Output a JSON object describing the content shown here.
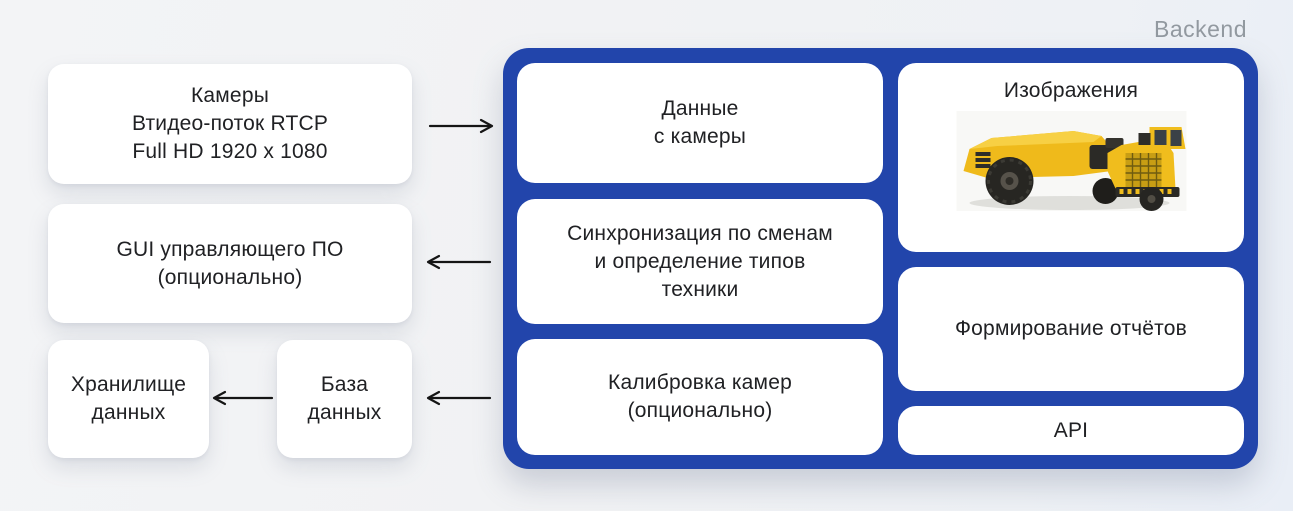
{
  "backend_label": "Backend",
  "nodes": {
    "cameras": {
      "lines": [
        "Камеры",
        "Втидео-поток RTCP",
        "Full HD 1920 x 1080"
      ]
    },
    "gui": {
      "lines": [
        "GUI управляющего ПО",
        "(опционально)"
      ]
    },
    "storage": {
      "lines": [
        "Хранилище",
        "данных"
      ]
    },
    "database": {
      "lines": [
        "База",
        "данных"
      ]
    },
    "camera_data": {
      "lines": [
        "Данные",
        "с камеры"
      ]
    },
    "sync": {
      "lines": [
        "Синхронизация по сменам",
        "и определение типов",
        "техники"
      ]
    },
    "calibration": {
      "lines": [
        "Калибровка камер",
        "(опционально)"
      ]
    },
    "images": {
      "title": "Изображения",
      "image": "yellow-mining-dump-truck"
    },
    "reports": {
      "lines": [
        "Формирование отчётов"
      ]
    },
    "api": {
      "lines": [
        "API"
      ]
    }
  },
  "arrows": [
    {
      "id": "cameras-to-backend",
      "direction": "right"
    },
    {
      "id": "backend-to-gui",
      "direction": "left"
    },
    {
      "id": "backend-to-database",
      "direction": "left"
    },
    {
      "id": "database-to-storage",
      "direction": "left"
    }
  ],
  "colors": {
    "panel_blue": "#2245ab",
    "card_white": "#ffffff",
    "canvas_bg": "#f1f2f4",
    "text": "#202124",
    "backend_label": "#9299a0",
    "arrow": "#151515",
    "truck_yellow": "#f0bd1d"
  }
}
